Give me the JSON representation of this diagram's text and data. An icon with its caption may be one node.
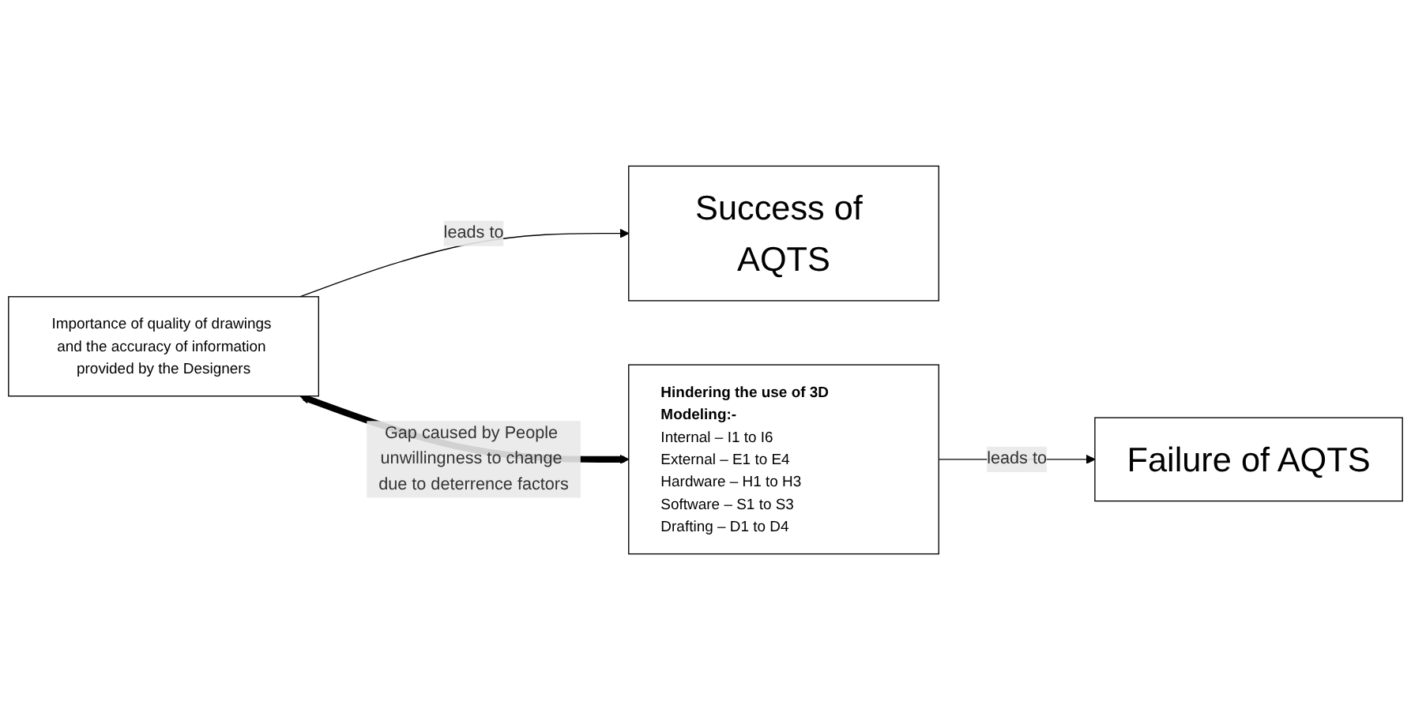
{
  "diagram": {
    "nodes": [
      {
        "text": [
          "Importance of quality of drawings and the accuracy of information provided by the Designers"
        ]
      },
      {
        "text": [
          "Success of AQTS"
        ]
      },
      {
        "text": [
          "Hindering the use of 3D Modeling:-",
          "Internal – I1 to I6",
          "External – E1 to E4",
          "Hardware – H1 to H3",
          "Software – S1 to S3",
          "Drafting – D1 to D4"
        ]
      },
      {
        "text": [
          "Failure of AQTS"
        ]
      }
    ],
    "edges": [
      {
        "from": 0,
        "to": 1,
        "arrow": "to",
        "label": "leads to"
      },
      {
        "from": 0,
        "to": 2,
        "arrow": "both",
        "style": "thick",
        "label": "Gap caused by People unwillingness to change due to deterrence factors"
      },
      {
        "from": 2,
        "to": 3,
        "arrow": "to",
        "label": "leads to"
      }
    ]
  }
}
